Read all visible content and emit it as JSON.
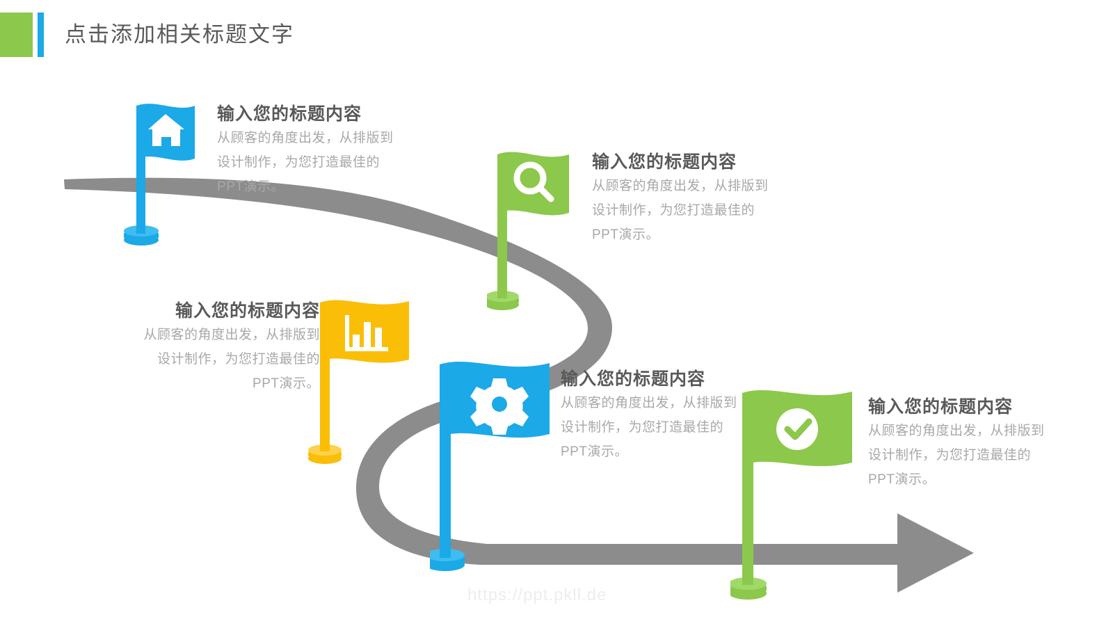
{
  "header": {
    "title": "点击添加相关标题文字",
    "accent_green": "#8CC84B",
    "accent_blue": "#1BA9E8"
  },
  "colors": {
    "blue": "#1BA9E8",
    "green": "#8CC84B",
    "yellow": "#FABE07",
    "road_gray": "#8C8C8C",
    "title_text": "#595959",
    "body_text": "#A8A8A8",
    "watermark": "#EDEDED"
  },
  "steps": [
    {
      "id": "step-1",
      "icon": "home-icon",
      "color": "#1BA9E8",
      "title": "输入您的标题内容",
      "body_lines": [
        "从顾客的角度出发，从排版到",
        "设计制作，为您打造最佳的",
        "PPT演示。"
      ],
      "text_align": "left"
    },
    {
      "id": "step-2",
      "icon": "search-icon",
      "color": "#8CC84B",
      "title": "输入您的标题内容",
      "body_lines": [
        "从顾客的角度出发，从排版到",
        "设计制作，为您打造最佳的",
        "PPT演示。"
      ],
      "text_align": "left"
    },
    {
      "id": "step-3",
      "icon": "bar-chart-icon",
      "color": "#FABE07",
      "title": "输入您的标题内容",
      "body_lines": [
        "从顾客的角度出发，从排版到",
        "设计制作，为您打造最佳的",
        "PPT演示。"
      ],
      "text_align": "right"
    },
    {
      "id": "step-4",
      "icon": "gear-icon",
      "color": "#1BA9E8",
      "title": "输入您的标题内容",
      "body_lines": [
        "从顾客的角度出发，从排版到",
        "设计制作，为您打造最佳的",
        "PPT演示。"
      ],
      "text_align": "left"
    },
    {
      "id": "step-5",
      "icon": "check-circle-icon",
      "color": "#8CC84B",
      "title": "输入您的标题内容",
      "body_lines": [
        "从顾客的角度出发，从排版到",
        "设计制作，为您打造最佳的",
        "PPT演示。"
      ],
      "text_align": "left"
    }
  ],
  "watermark": "https://ppt.pkll.de"
}
